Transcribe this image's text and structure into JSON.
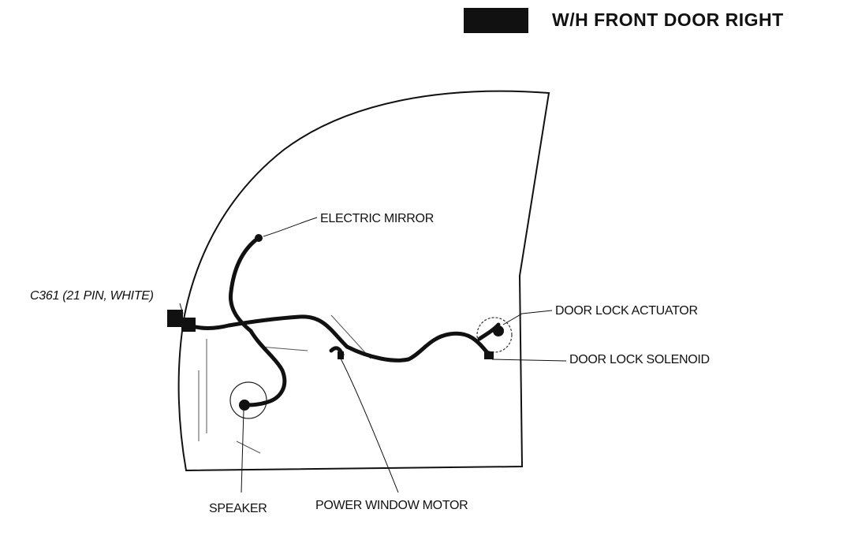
{
  "header": {
    "title": "W/H FRONT DOOR RIGHT"
  },
  "labels": {
    "electric_mirror": "ELECTRIC MIRROR",
    "connector": "C361 (21 PIN, WHITE)",
    "door_lock_actuator": "DOOR LOCK ACTUATOR",
    "door_lock_solenoid": "DOOR LOCK SOLENOID",
    "speaker": "SPEAKER",
    "power_window_motor": "POWER WINDOW MOTOR"
  },
  "colors": {
    "ink": "#111111",
    "paper": "#ffffff"
  }
}
